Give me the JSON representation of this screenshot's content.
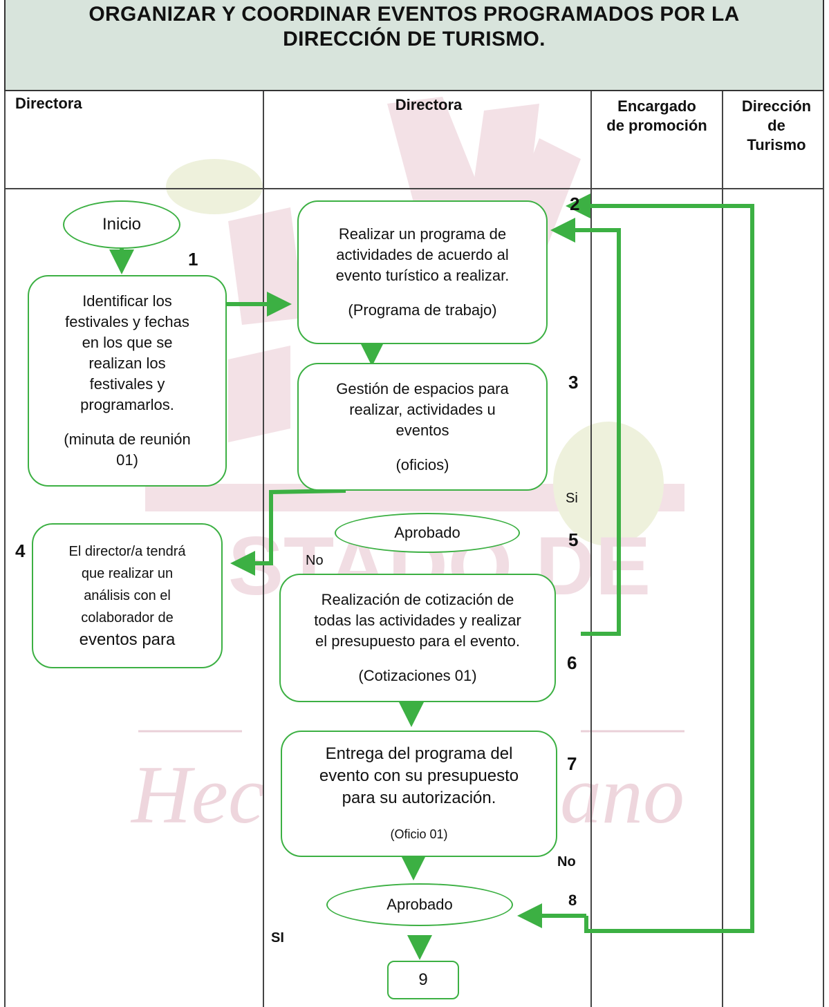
{
  "title": {
    "line1": "ORGANIZAR Y COORDINAR EVENTOS PROGRAMADOS POR LA",
    "line2": "DIRECCIÓN DE TURISMO."
  },
  "lanes": {
    "lane1": "Directora",
    "lane2": "Directora",
    "lane3": [
      "Encargado",
      "de promoción"
    ],
    "lane4": [
      "Dirección",
      "de",
      "Turismo"
    ]
  },
  "nodes": {
    "inicio": "Inicio",
    "step1": {
      "lines": [
        "Identificar los",
        "festivales y fechas",
        "en los que se",
        "realizan los",
        "festivales y",
        "programarlos."
      ],
      "doc": [
        "(minuta de reunión",
        "01)"
      ]
    },
    "step2": {
      "lines": [
        "Realizar un programa de",
        "actividades de acuerdo al",
        "evento turístico a realizar."
      ],
      "doc": "(Programa de trabajo)"
    },
    "step3": {
      "lines": [
        "Gestión de espacios para",
        "realizar, actividades u",
        "eventos"
      ],
      "doc": "(oficios)"
    },
    "decision5": "Aprobado",
    "step4": {
      "lines": [
        "El director/a tendrá",
        "que realizar un",
        "análisis con el",
        "colaborador de",
        "eventos para"
      ]
    },
    "step6": {
      "lines": [
        "Realización de cotización de",
        "todas las actividades y realizar",
        "el presupuesto para el evento."
      ],
      "doc": "(Cotizaciones 01)"
    },
    "step7": {
      "lines": [
        "Entrega del programa del",
        "evento con su presupuesto",
        "para su autorización."
      ],
      "doc": "(Oficio 01)"
    },
    "decision8": "Aprobado",
    "end9": "9"
  },
  "numbers": {
    "n1": "1",
    "n2": "2",
    "n3": "3",
    "n4": "4",
    "n5": "5",
    "n6": "6",
    "n7": "7",
    "n8": "8"
  },
  "labels": {
    "si_top": "Si",
    "no_left": "No",
    "no_bottom": "No",
    "si_bottom": "SI"
  },
  "colors": {
    "connector": "#3cb043",
    "header_bg": "#d8e4dc"
  }
}
